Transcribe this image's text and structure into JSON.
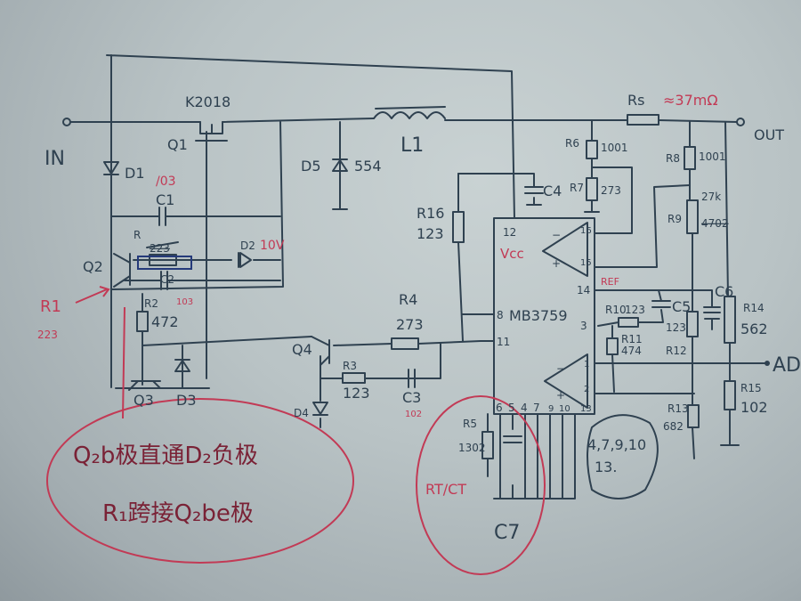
{
  "colors": {
    "paper": "#b9c3c5",
    "ink": "#2f4150",
    "red_ink": "#c23a55"
  },
  "labels": {
    "in": "IN",
    "out": "OUT",
    "ad": "AD",
    "d1": "D1",
    "q1_part": "K2018",
    "q1": "Q1",
    "c1_val": "/03",
    "c1": "C1",
    "r_crossed": "R",
    "r_crossed_val": "223",
    "d2": "D2",
    "d2_val": "10V",
    "q2": "Q2",
    "c2": "C2",
    "c2_val": "103",
    "r1": "R1",
    "r1_val": "223",
    "r2": "R2",
    "r2_val": "472",
    "q3": "Q3",
    "d3": "D3",
    "q4": "Q4",
    "d4": "D4",
    "r3": "R3",
    "r3_val": "123",
    "d5": "D5",
    "d5_val": "554",
    "l1": "L1",
    "r4": "R4",
    "r4_val": "273",
    "c3": "C3",
    "c3_val": "102",
    "r16": "R16",
    "r16_val": "123",
    "c4": "C4",
    "r6": "R6",
    "r6_val": "1001",
    "r7": "R7",
    "r7_val": "273",
    "rs": "Rs",
    "rs_val": "≈37mΩ",
    "r8": "R8",
    "r8_val": "1001",
    "r9": "R9",
    "r9_val_new": "27k",
    "r9_val_old": "4702",
    "c5": "C5",
    "c6": "C6",
    "r10": "R10",
    "r10_val": "123",
    "r11": "R11",
    "r11_val": "474",
    "r12": "R12",
    "r12_val": "123",
    "r13": "R13",
    "r13_val": "682",
    "r14": "R14",
    "r14_val": "562",
    "r15": "R15",
    "r15_val": "102",
    "r5": "R5",
    "r5_val": "1302",
    "c7": "C7",
    "rtct": "RT/CT",
    "pins_note": "4,7,9,10",
    "pins_note2": "13."
  },
  "chip": {
    "name": "MB3759",
    "vcc": "Vcc",
    "ref": "REF",
    "pins": {
      "p12": "12",
      "p16": "16",
      "p15": "15",
      "p14": "14",
      "p3": "3",
      "p8": "8",
      "p11": "11",
      "p1": "1",
      "p2": "2",
      "bottom": [
        "6",
        "5",
        "4",
        "7",
        "9",
        "10",
        "13"
      ]
    },
    "opamp_minus": "−",
    "opamp_plus": "+"
  },
  "notes": {
    "line1": "Q₂b极直通D₂负极",
    "line2": "R₁跨接Q₂be极"
  }
}
